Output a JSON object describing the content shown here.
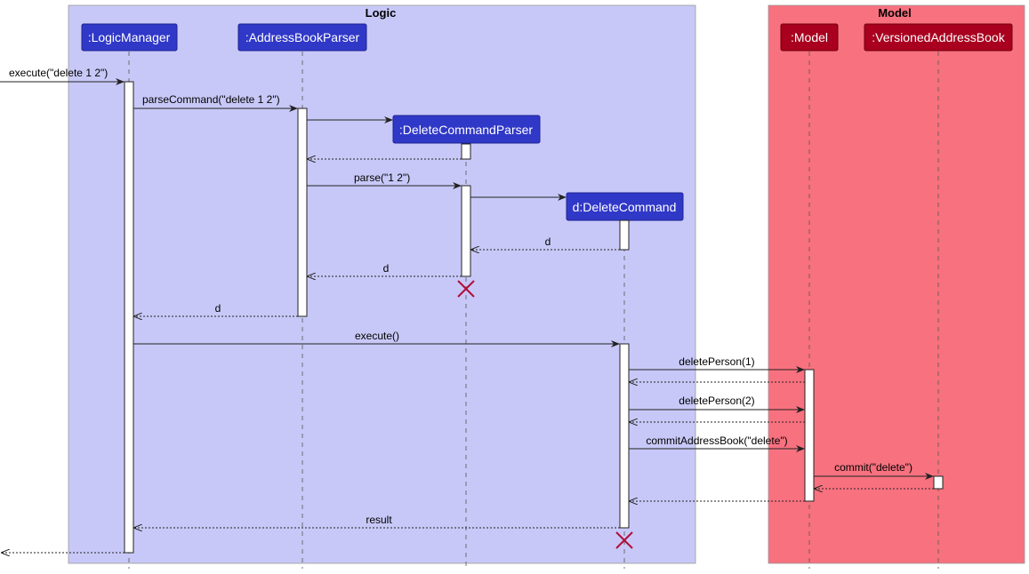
{
  "boxes": {
    "logic": {
      "title": "Logic",
      "color": "#c8c8f8"
    },
    "model": {
      "title": "Model",
      "color": "#f8717f"
    }
  },
  "participants": {
    "logicManager": {
      "label": ":LogicManager",
      "color": "#3038c8"
    },
    "addressBookParser": {
      "label": ":AddressBookParser",
      "color": "#3038c8"
    },
    "deleteCommandParser": {
      "label": ":DeleteCommandParser",
      "color": "#3038c8"
    },
    "deleteCommand": {
      "label": "d:DeleteCommand",
      "color": "#3038c8"
    },
    "model": {
      "label": ":Model",
      "color": "#a8001e"
    },
    "versionedAddressBook": {
      "label": ":VersionedAddressBook",
      "color": "#a8001e"
    }
  },
  "messages": {
    "m1": "execute(\"delete 1 2\")",
    "m2": "parseCommand(\"delete 1 2\")",
    "m3": "parse(\"1 2\")",
    "m4": "d",
    "m5": "d",
    "m6": "d",
    "m7": "execute()",
    "m8": "deletePerson(1)",
    "m9": "deletePerson(2)",
    "m10": "commitAddressBook(\"delete\")",
    "m11": "commit(\"delete\")",
    "m12": "result"
  },
  "colors": {
    "destroy": "#b0103a",
    "line": "#222222"
  }
}
